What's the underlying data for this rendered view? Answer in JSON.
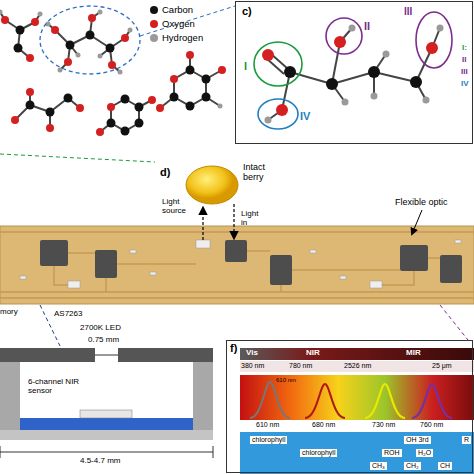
{
  "diagram": {
    "nodes": [
      {
        "text": [
          "c)"
        ]
      },
      {
        "text": [
          "Intact berry"
        ]
      },
      {
        "text": [
          "f)"
        ]
      }
    ],
    "labels": [
      "I",
      "II",
      "III",
      "IV",
      "I:",
      "II",
      "III",
      "IV",
      "d)",
      "Light source",
      "Light in",
      "Flexible optic",
      "mory",
      "AS7263",
      "2700K LED",
      "0.75 mm",
      "6-channel NIR sensor",
      "4.5-4.7 mm",
      "Vis",
      "NIR",
      "MIR",
      "380 nm",
      "780 nm",
      "2526 nm",
      "25 μm",
      "610 nm",
      "610 nm",
      "680 nm",
      "730 nm",
      "760 nm",
      "chlorophyll",
      "OH 3rd",
      "R",
      "chlorophyll",
      "ROH",
      "H₂O",
      "CH₃",
      "CH₂",
      "CH"
    ],
    "legend": [
      {
        "text": "Carbon",
        "color": "#111111"
      },
      {
        "text": "Oxygen",
        "color": "#d42020"
      },
      {
        "text": "Hydrogen",
        "color": "#9a9a9a"
      }
    ]
  }
}
